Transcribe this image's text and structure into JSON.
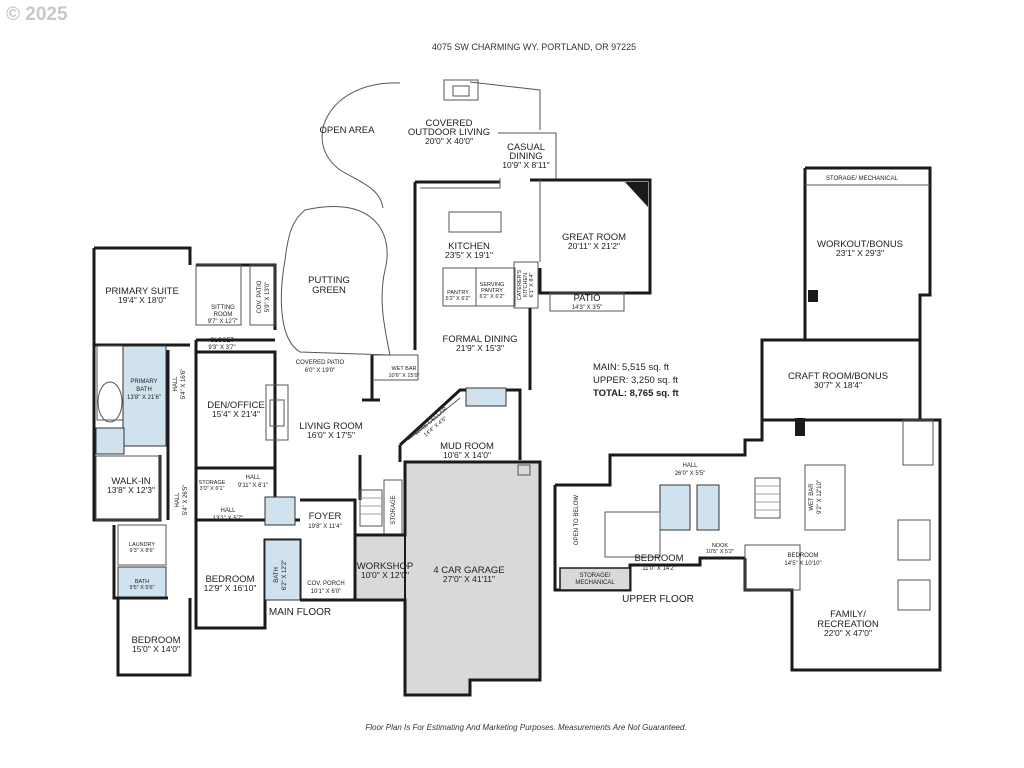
{
  "copyright": "© 2025",
  "address": "4075 SW CHARMING WY. PORTLAND, OR 97225",
  "footer": "Floor Plan Is For Estimating And Marketing Purposes. Measurements Are Not Guaranteed.",
  "floors": {
    "main": "MAIN FLOOR",
    "upper": "UPPER FLOOR"
  },
  "stats": {
    "main": "MAIN: 5,515 sq. ft",
    "upper": "UPPER: 3,250 sq. ft",
    "total": "TOTAL: 8,765 sq. ft"
  },
  "rooms": {
    "open_area": {
      "name": "OPEN AREA"
    },
    "covered_outdoor": {
      "name": "COVERED",
      "name2": "OUTDOOR LIVING",
      "dim": "20'0\" X 40'0\""
    },
    "casual_dining": {
      "name": "CASUAL",
      "name2": "DINING",
      "dim": "10'9\" X 8'11\""
    },
    "kitchen": {
      "name": "KITCHEN",
      "dim": "23'5\" X 19'1\""
    },
    "great_room": {
      "name": "GREAT ROOM",
      "dim": "20'11\" X 21'2\""
    },
    "pantry": {
      "name": "PANTRY",
      "dim": "5'2\" X 6'2\""
    },
    "serving_pantry": {
      "name": "SERVING",
      "name2": "PANTRY",
      "dim": "6'2\" X 6'2\""
    },
    "caterers_kitchen": {
      "name": "CATERER'S",
      "name2": "KITCHEN",
      "dim": "6'1\" X 8'4\""
    },
    "patio_great": {
      "name": "PATIO",
      "dim": "14'3\" X 3'5\""
    },
    "putting_green": {
      "name": "PUTTING",
      "name2": "GREEN"
    },
    "primary_suite": {
      "name": "PRIMARY SUITE",
      "dim": "19'4\" X 18'0\""
    },
    "sitting_room": {
      "name": "SITTING",
      "name2": "ROOM",
      "dim": "9'7\" X 12'7\""
    },
    "cov_patio_side": {
      "name": "COV. PATIO",
      "dim": "5'9\" X 13'0\""
    },
    "closet": {
      "name": "CLOSET",
      "dim": "9'3\" X 3'7\""
    },
    "covered_patio": {
      "name": "COVERED PATIO",
      "dim": "6'0\" X 19'0\""
    },
    "wet_bar_main": {
      "name": "WET BAR",
      "dim": "10'6\" X 15'0\""
    },
    "formal_dining": {
      "name": "FORMAL DINING",
      "dim": "21'9\" X 15'3\""
    },
    "primary_bath": {
      "name": "PRIMARY",
      "name2": "BATH",
      "dim": "13'8\" X 21'6\""
    },
    "hall_a": {
      "name": "HALL",
      "dim": "5'4\" X 16'6\""
    },
    "den_office": {
      "name": "DEN/OFFICE",
      "dim": "15'4\" X 21'4\""
    },
    "living_room": {
      "name": "LIVING ROOM",
      "dim": "16'0\" X 17'5\""
    },
    "wine_cellar": {
      "name": "WINE CELLAR",
      "dim": "14'4\" X 4'6\""
    },
    "mud_room": {
      "name": "MUD ROOM",
      "dim": "10'6\" X 14'0\""
    },
    "walk_in": {
      "name": "WALK-IN",
      "dim": "13'8\" X 12'3\""
    },
    "hall_b": {
      "name": "HALL",
      "dim": "9'11\" X 6'1\""
    },
    "storage_small": {
      "name": "STORAGE",
      "dim": "3'0\" X 6'1\""
    },
    "hall_c": {
      "name": "HALL",
      "dim": "5'4\" X 26'5\""
    },
    "hall_d": {
      "name": "HALL",
      "dim": "13'1\" X 5'7\""
    },
    "foyer": {
      "name": "FOYER",
      "dim": "19'8\" X 11'4\""
    },
    "storage_vert": {
      "name": "STORAGE"
    },
    "laundry": {
      "name": "LAUNDRY",
      "dim": "9'3\" X 8'6\""
    },
    "bath_small": {
      "name": "BATH",
      "dim": "9'5\" X 5'6\""
    },
    "bedroom_main1": {
      "name": "BEDROOM",
      "dim": "12'9\" X 16'10\""
    },
    "bath_vert": {
      "name": "BATH",
      "dim": "6'2\" X 12'2\""
    },
    "cov_porch": {
      "name": "COV. PORCH",
      "dim": "10'1\" X 6'0\""
    },
    "workshop": {
      "name": "WORKSHOP",
      "dim": "10'0\" X 12'0\""
    },
    "garage": {
      "name": "4 CAR GARAGE",
      "dim": "27'0\" X 41'11\""
    },
    "bedroom_main2": {
      "name": "BEDROOM",
      "dim": "15'0\" X 14'0\""
    },
    "storage_mech_top": {
      "name": "STORAGE/ MECHANICAL"
    },
    "workout": {
      "name": "WORKOUT/BONUS",
      "dim": "23'1\" X 29'3\""
    },
    "craft_room": {
      "name": "CRAFT ROOM/BONUS",
      "dim": "30'7\" X 18'4\""
    },
    "hall_upper": {
      "name": "HALL",
      "dim": "26'0\" X 5'5\""
    },
    "open_to_below": {
      "name": "OPEN TO BELOW"
    },
    "storage_mech_upper": {
      "name": "STORAGE/",
      "name2": "MECHANICAL"
    },
    "bedroom_upper1": {
      "name": "BEDROOM",
      "dim": "11'0\" X 14'2\""
    },
    "nook": {
      "name": "NOOK",
      "dim": "10'5\" X 5'2\""
    },
    "wet_bar_upper": {
      "name": "WET BAR",
      "dim": "9'2\" X 12'10\""
    },
    "bedroom_upper2": {
      "name": "BEDROOM",
      "dim": "14'5\" X 10'10\""
    },
    "family": {
      "name": "FAMILY/",
      "name2": "RECREATION",
      "dim": "22'0\" X 47'0\""
    }
  }
}
